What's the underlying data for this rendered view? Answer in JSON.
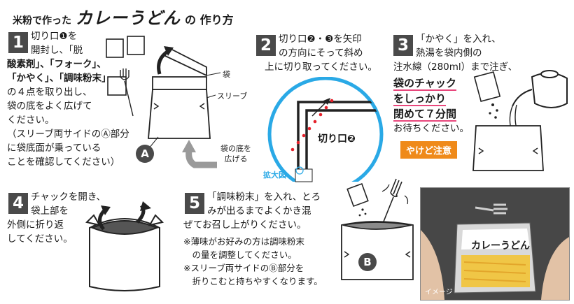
{
  "title": {
    "prefix": "米粉で作った",
    "main": "カレーうどん",
    "suffix": "の 作り方"
  },
  "steps": [
    {
      "number": "1",
      "lines": [
        "切り口❶を",
        "開封し、「脱",
        "酸素剤」、「フォーク」、",
        "「かやく」、「調味粉末」",
        "の４点を取り出し、",
        "袋の底をよく広げて",
        "ください。",
        "（スリーブ両サイドのⒶ部分",
        "に袋底面が乗っている",
        "ことを確認してください）"
      ],
      "labels": {
        "bag": "袋",
        "sleeve": "スリーブ",
        "spread": "袋の底を\n広げる",
        "marker": "A"
      }
    },
    {
      "number": "2",
      "lines": [
        "切り口❷・❸を矢印",
        "の方向にそって斜め",
        "上に切り取ってください。"
      ],
      "labels": {
        "cut": "切り口❷",
        "zoom": "拡大図"
      }
    },
    {
      "number": "3",
      "lines": [
        "「かやく」を入れ、",
        "熱湯を袋内側の",
        "注水線（280ml）まで注ぎ、"
      ],
      "emphasis": [
        "袋のチャック",
        "をしっかり",
        "閉めて７分間"
      ],
      "tail": "お待ちください。",
      "warning": "やけど注意"
    },
    {
      "number": "4",
      "lines": [
        "チャックを開き、",
        "袋上部を",
        "外側に折り返",
        "してください。"
      ]
    },
    {
      "number": "5",
      "lines": [
        "「調味粉末」を入れ、とろ",
        "みが出るまでよくかき混",
        "ぜてお召し上がりください。"
      ],
      "notes": [
        "※薄味がお好みの方は調味粉末",
        "　の量を調整してください。",
        "※スリーブ両サイドのⒷ部分を",
        "　折りこむと持ちやすくなります。"
      ],
      "labels": {
        "marker": "B"
      }
    }
  ],
  "photo": {
    "product_name": "カレーうどん",
    "caption": "イメージ"
  },
  "colors": {
    "step_number_bg": "#4a4a4a",
    "accent_pink": "#e8477c",
    "warning_orange": "#ef8a1a",
    "zoom_blue": "#2aa9e6",
    "cut_red": "#e5202a"
  }
}
